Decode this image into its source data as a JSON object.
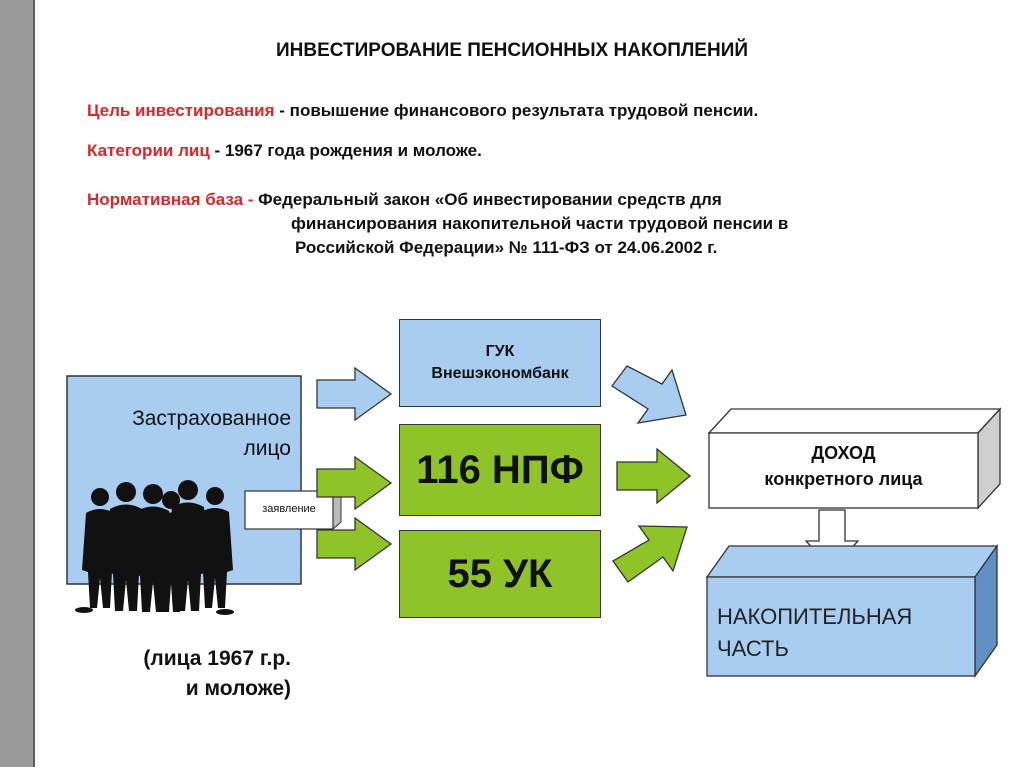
{
  "title": "ИНВЕСТИРОВАНИЕ ПЕНСИОННЫХ НАКОПЛЕНИЙ",
  "goal": {
    "label": "Цель инвестирования",
    "text": " - повышение финансового результата трудовой пенсии."
  },
  "categories": {
    "label": "Категории лиц",
    "text": "  - 1967 года рождения и моложе."
  },
  "legal": {
    "label": "Нормативная база -",
    "line1": " Федеральный закон «Об инвестировании средств для",
    "line2": "финансирования накопительной части трудовой пенсии в",
    "line3": "Российской Федерации»  № 111-ФЗ от 24.06.2002 г."
  },
  "insured": {
    "line1": "Застрахованное",
    "line2": "лицо",
    "note": "заявление",
    "caption1": "(лица 1967 г.р.",
    "caption2": "и моложе)"
  },
  "guk": {
    "line1": "ГУК",
    "line2": "Внешэкономбанк"
  },
  "npf": "116 НПФ",
  "uk": "55 УК",
  "income": {
    "line1": "ДОХОД",
    "line2": "конкретного лица"
  },
  "savings": {
    "line1": "НАКОПИТЕЛЬНАЯ",
    "line2": "ЧАСТЬ"
  },
  "colors": {
    "blue": "#a8cdf1",
    "green": "#8fc428",
    "red_label": "#d42a2a"
  }
}
